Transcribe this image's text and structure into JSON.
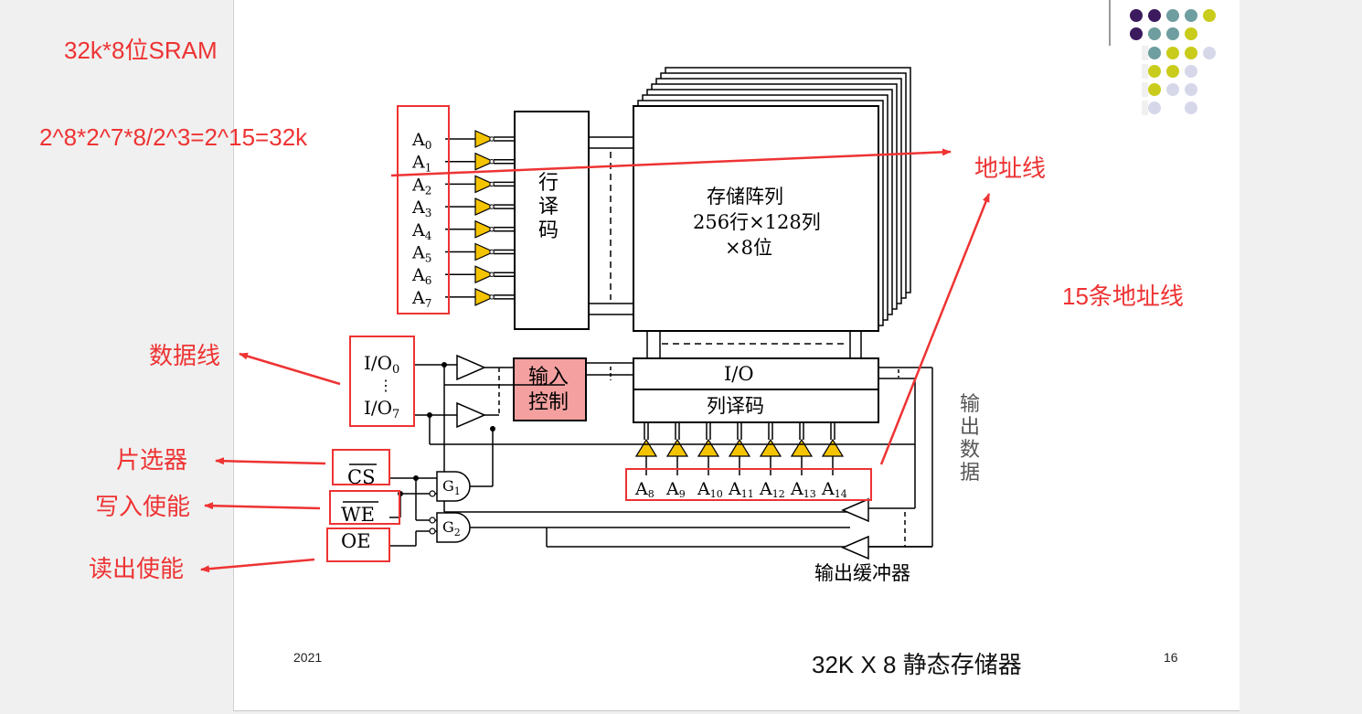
{
  "colors": {
    "annotation": "#ee3333",
    "buffer_fill": "#f5c400",
    "input_control_fill": "#f4a0a0",
    "dot_purple": "#3b1a5e",
    "dot_teal": "#6e9e9f",
    "dot_yellow": "#c9cc1a",
    "dot_lavender": "#d6d8ea"
  },
  "annotations": {
    "title_sram": "32k*8位SRAM",
    "formula": "2^8*2^7*8/2^3=2^15=32k",
    "address_lines": "地址线",
    "fifteen_address_lines": "15条地址线",
    "data_lines": "数据线",
    "chip_select": "片选器",
    "write_enable": "写入使能",
    "read_enable": "读出使能"
  },
  "diagram": {
    "row_address_pins": [
      {
        "base": "A",
        "sub": "0"
      },
      {
        "base": "A",
        "sub": "1"
      },
      {
        "base": "A",
        "sub": "2"
      },
      {
        "base": "A",
        "sub": "3"
      },
      {
        "base": "A",
        "sub": "4"
      },
      {
        "base": "A",
        "sub": "5"
      },
      {
        "base": "A",
        "sub": "6"
      },
      {
        "base": "A",
        "sub": "7"
      }
    ],
    "row_decoder": [
      "行",
      "译",
      "码"
    ],
    "memory_array": [
      "存储阵列",
      "256行×128列",
      "×8位"
    ],
    "io_block": "I/O",
    "column_decoder": "列译码",
    "column_address_pins": [
      {
        "base": "A",
        "sub": "8"
      },
      {
        "base": "A",
        "sub": "9"
      },
      {
        "base": "A",
        "sub": "10"
      },
      {
        "base": "A",
        "sub": "11"
      },
      {
        "base": "A",
        "sub": "12"
      },
      {
        "base": "A",
        "sub": "13"
      },
      {
        "base": "A",
        "sub": "14"
      }
    ],
    "io_pins": {
      "first_base": "I/O",
      "first_sub": "0",
      "dots": "⋮",
      "last_base": "I/O",
      "last_sub": "7"
    },
    "input_control": [
      "输入",
      "控制"
    ],
    "output_data": [
      "输",
      "出",
      "数",
      "据"
    ],
    "gate1": {
      "base": "G",
      "sub": "1"
    },
    "gate2": {
      "base": "G",
      "sub": "2"
    },
    "cs_label": "CS",
    "we_label": "WE",
    "oe_label": "OE",
    "output_buffer": "输出缓冲器"
  },
  "footer": {
    "year": "2021",
    "title": "32K X 8 静态存储器",
    "page": "16"
  }
}
